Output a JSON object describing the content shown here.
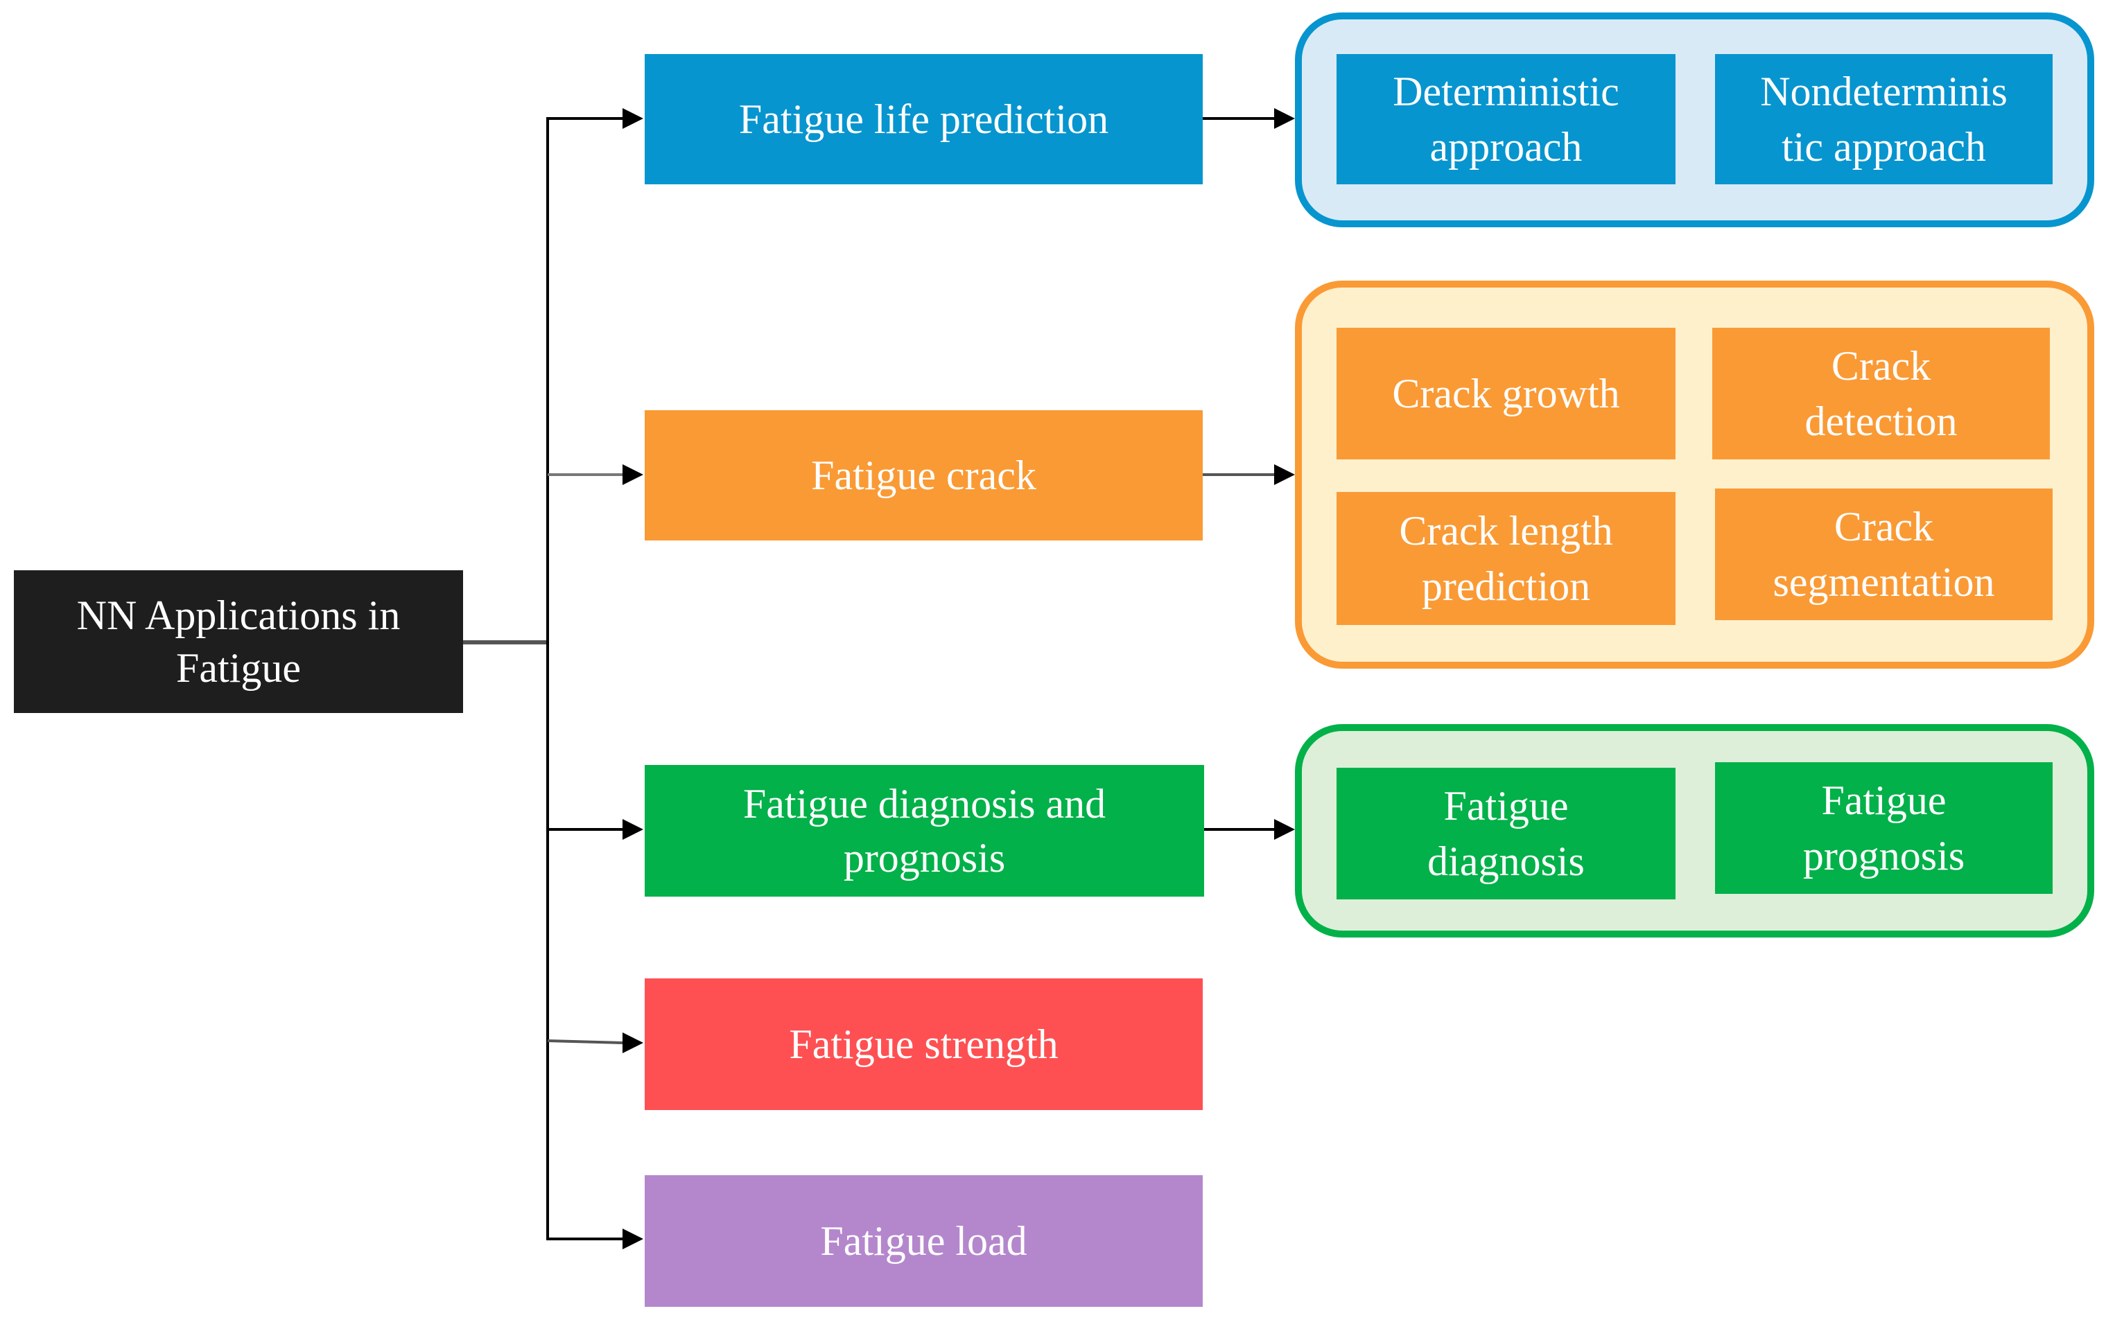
{
  "colors": {
    "blue": "#0795CF",
    "blue_group_fill": "#D9EAF7",
    "orange": "#FA9A35",
    "orange_group_fill": "#FFF0CC",
    "green": "#02B149",
    "green_group_fill": "#DDEFD8",
    "red": "#FE5052",
    "purple": "#B487CD",
    "root": "#1E1E1E",
    "line": "#000000"
  },
  "root": {
    "label": "NN Applications in\nFatigue"
  },
  "branches": [
    {
      "label": "Fatigue life prediction",
      "color": "blue",
      "children": [
        "Deterministic\napproach",
        "Nondeterminis\ntic approach"
      ]
    },
    {
      "label": "Fatigue crack",
      "color": "orange",
      "children": [
        "Crack growth",
        "Crack\ndetection",
        "Crack length\nprediction",
        "Crack\nsegmentation"
      ]
    },
    {
      "label": "Fatigue diagnosis and\nprognosis",
      "color": "green",
      "children": [
        "Fatigue\ndiagnosis",
        "Fatigue\nprognosis"
      ]
    },
    {
      "label": "Fatigue strength",
      "color": "red",
      "children": []
    },
    {
      "label": "Fatigue load",
      "color": "purple",
      "children": []
    }
  ]
}
